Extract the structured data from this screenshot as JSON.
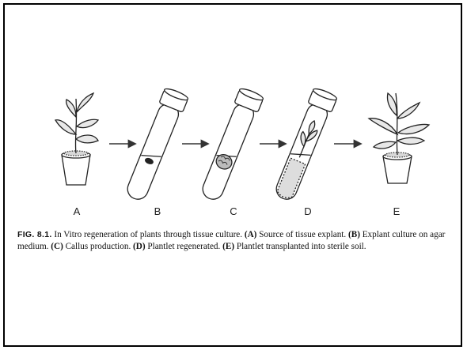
{
  "figure": {
    "stages": [
      {
        "id": "A",
        "label": "A"
      },
      {
        "id": "B",
        "label": "B"
      },
      {
        "id": "C",
        "label": "C"
      },
      {
        "id": "D",
        "label": "D"
      },
      {
        "id": "E",
        "label": "E"
      }
    ],
    "caption": {
      "number": "FIG. 8.1.",
      "intro": " In Vitro regeneration of plants through tissue culture. ",
      "a_key": "(A)",
      "a_text": " Source of tissue explant. ",
      "b_key": "(B)",
      "b_text": " Explant culture on agar medium. ",
      "c_key": "(C)",
      "c_text": " Callus production. ",
      "d_key": "(D)",
      "d_text": " Plantlet regenerated. ",
      "e_key": "(E)",
      "e_text": " Plantlet transplanted into sterile soil."
    }
  }
}
